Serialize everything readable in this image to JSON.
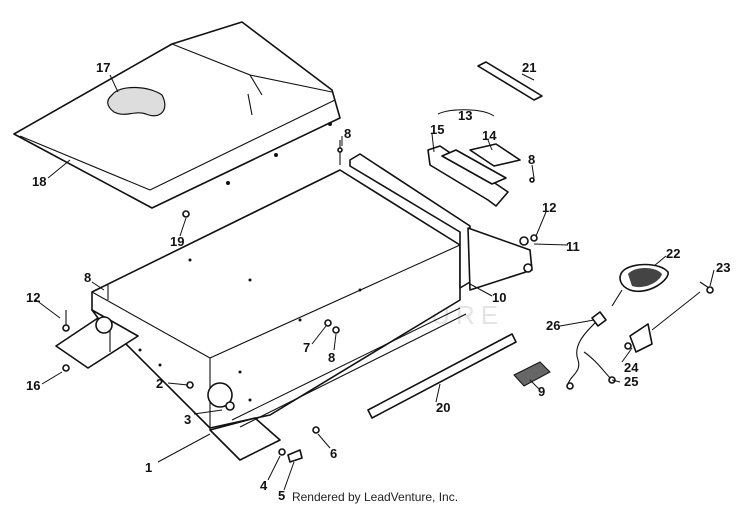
{
  "watermark": "LEADVENTURE",
  "footer": "Rendered by LeadVenture, Inc.",
  "callouts": [
    "1",
    "2",
    "3",
    "4",
    "5",
    "6",
    "7",
    "8",
    "8",
    "8",
    "8",
    "9",
    "10",
    "11",
    "12",
    "12",
    "13",
    "14",
    "15",
    "16",
    "17",
    "18",
    "19",
    "20",
    "21",
    "22",
    "23",
    "24",
    "25",
    "26"
  ]
}
